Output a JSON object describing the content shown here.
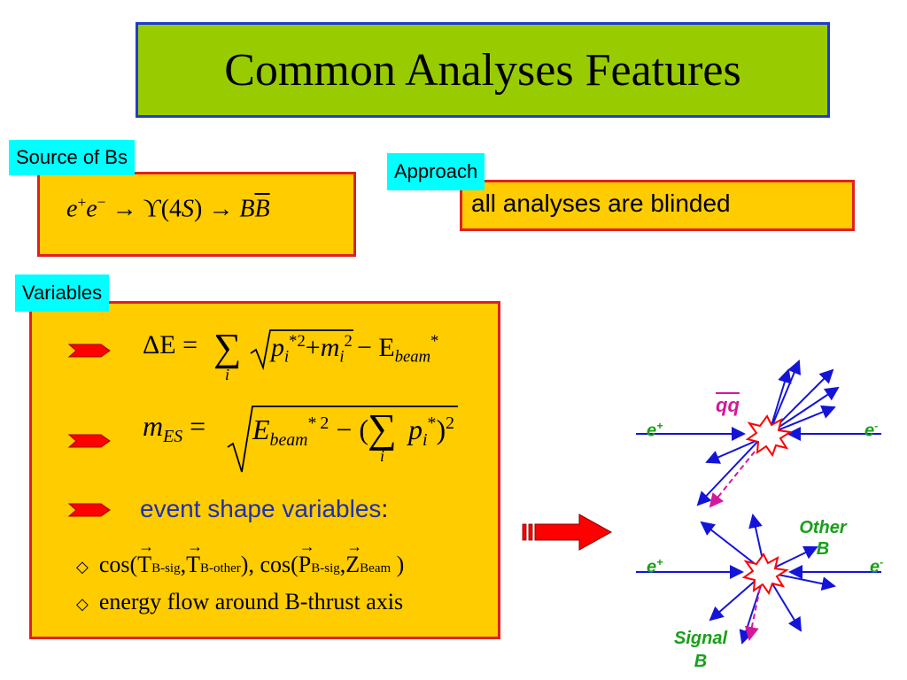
{
  "title": "Common Analyses Features",
  "source": {
    "tag": "Source of Bs",
    "formula": {
      "e1": "e",
      "plus": "+",
      "e2": "e",
      "minus": "−",
      "arrow1": "→",
      "upsilon": "ϒ(4",
      "S": "S",
      "close": ")",
      "arrow2": "→",
      "B": "B",
      "Bbar": "B"
    }
  },
  "approach": {
    "tag": "Approach",
    "text": "all analyses are blinded"
  },
  "variables": {
    "tag": "Variables",
    "dE": {
      "lhs": "ΔE = ",
      "sum": "∑",
      "i": "i",
      "p": "p",
      "i2": "i",
      "star": "*",
      "sq": "2",
      "plus": "+",
      "m": "m",
      "i3": "i",
      "sq2": "2",
      "minus": " − E",
      "beam": "beam",
      "star2": "*"
    },
    "mES": {
      "m": "m",
      "ES": "ES",
      "eq": "=",
      "E": "E",
      "beam": "beam",
      "star": "*",
      "sq": "2",
      "minus": "− (",
      "sum": "∑",
      "i": "i",
      "p": "p",
      "i2": "i",
      "star2": "*",
      "close": ")",
      "sq2": "2"
    },
    "event_shape": {
      "label": "event shape variables",
      "colon": ":"
    },
    "items": [
      {
        "bullet": "◇",
        "text_parts": {
          "cos1": "cos(",
          "T1": "T",
          "T1sub": "B-sig",
          "comma1": ",",
          "T2": "T",
          "T2sub": "B-other",
          "mid": "), cos(",
          "P": "P",
          "Psub": "B-sig",
          "comma2": ",",
          "Z": "Z",
          "Zsub": "Beam",
          "end": ")"
        }
      },
      {
        "bullet": "◇",
        "text": "energy flow around B-thrust axis"
      }
    ]
  },
  "diagram": {
    "top": {
      "qq": "qq",
      "e_plus": "e",
      "plus": "+",
      "e_minus": "e",
      "minus": "-"
    },
    "bottom": {
      "other_b": "Other",
      "other_b2": "B",
      "e_plus": "e",
      "plus": "+",
      "e_minus": "e",
      "minus": "-",
      "signal_b": "Signal",
      "signal_b2": "B"
    }
  },
  "colors": {
    "title_bg": "#99cc00",
    "title_border": "#1f3cc9",
    "tag_bg": "#00ffff",
    "box_bg": "#ffcc00",
    "box_border": "#e02020",
    "arrow_red": "#ff0000",
    "diagram_blue": "#1414d8",
    "qq_magenta": "#d4189a",
    "label_green": "#18a018"
  }
}
